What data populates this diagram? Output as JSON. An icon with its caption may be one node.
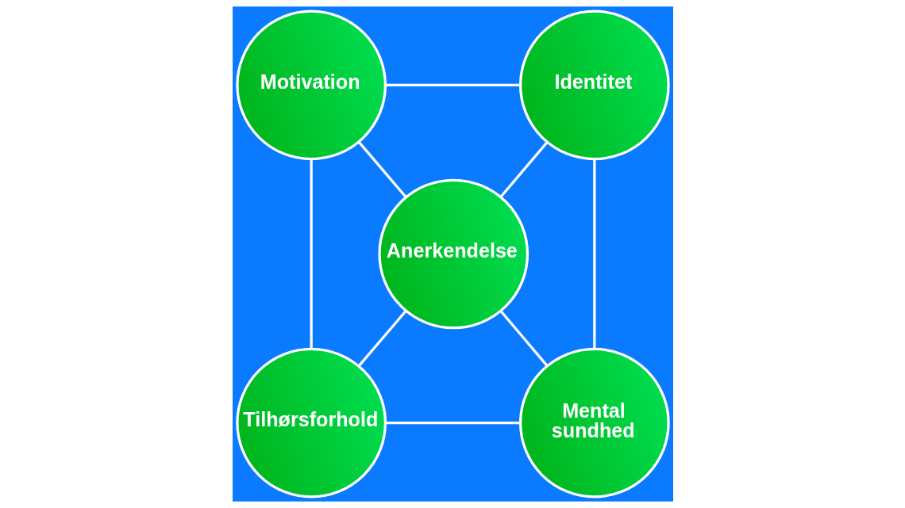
{
  "diagram": {
    "nodes": [
      {
        "text": [
          "Motivation"
        ]
      },
      {
        "text": [
          "Identitet"
        ]
      },
      {
        "text": [
          "Anerkendelse"
        ]
      },
      {
        "text": [
          "Tilhørsforhold"
        ]
      },
      {
        "text": [
          "Mental sundhed"
        ]
      }
    ],
    "edges": [
      {
        "from": 0,
        "to": 1,
        "arrow": "none"
      },
      {
        "from": 0,
        "to": 3,
        "arrow": "none"
      },
      {
        "from": 1,
        "to": 4,
        "arrow": "none"
      },
      {
        "from": 3,
        "to": 4,
        "arrow": "none"
      },
      {
        "from": 0,
        "to": 2,
        "arrow": "none"
      },
      {
        "from": 1,
        "to": 2,
        "arrow": "none"
      },
      {
        "from": 2,
        "to": 3,
        "arrow": "none"
      },
      {
        "from": 2,
        "to": 4,
        "arrow": "none"
      }
    ]
  }
}
